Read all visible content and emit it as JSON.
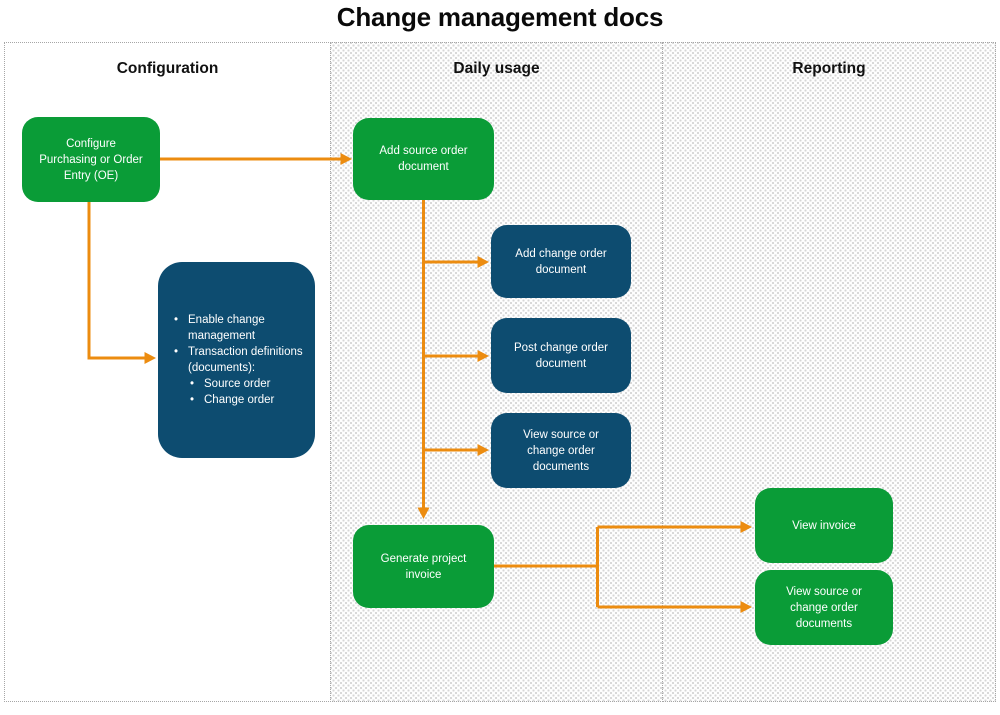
{
  "title": "Change management docs",
  "lanes": {
    "configuration": {
      "label": "Configuration"
    },
    "daily_usage": {
      "label": "Daily usage"
    },
    "reporting": {
      "label": "Reporting"
    }
  },
  "nodes": {
    "configure_purchasing": {
      "label": "Configure Purchasing or Order Entry (OE)",
      "type": "green"
    },
    "configuration_details": {
      "type": "blue",
      "bullets": [
        {
          "level": 1,
          "text": "Enable change management"
        },
        {
          "level": 1,
          "text": "Transaction definitions (documents):"
        },
        {
          "level": 2,
          "text": "Source order"
        },
        {
          "level": 2,
          "text": "Change order"
        }
      ]
    },
    "add_source_order": {
      "label": "Add source order document",
      "type": "green"
    },
    "add_change_order": {
      "label": "Add change order document",
      "type": "blue"
    },
    "post_change_order": {
      "label": "Post change order document",
      "type": "blue"
    },
    "view_source_or_change_docs": {
      "label": "View source or change order documents",
      "type": "blue"
    },
    "generate_project_invoice": {
      "label": "Generate project invoice",
      "type": "green"
    },
    "view_invoice": {
      "label": "View invoice",
      "type": "green"
    },
    "view_source_or_change_docs_reporting": {
      "label": "View source or change order documents",
      "type": "green"
    }
  },
  "bullet_char": "•",
  "colors": {
    "node_green": "#0a9c37",
    "node_blue": "#0d4c70",
    "arrow_orange": "#ec8c10"
  }
}
